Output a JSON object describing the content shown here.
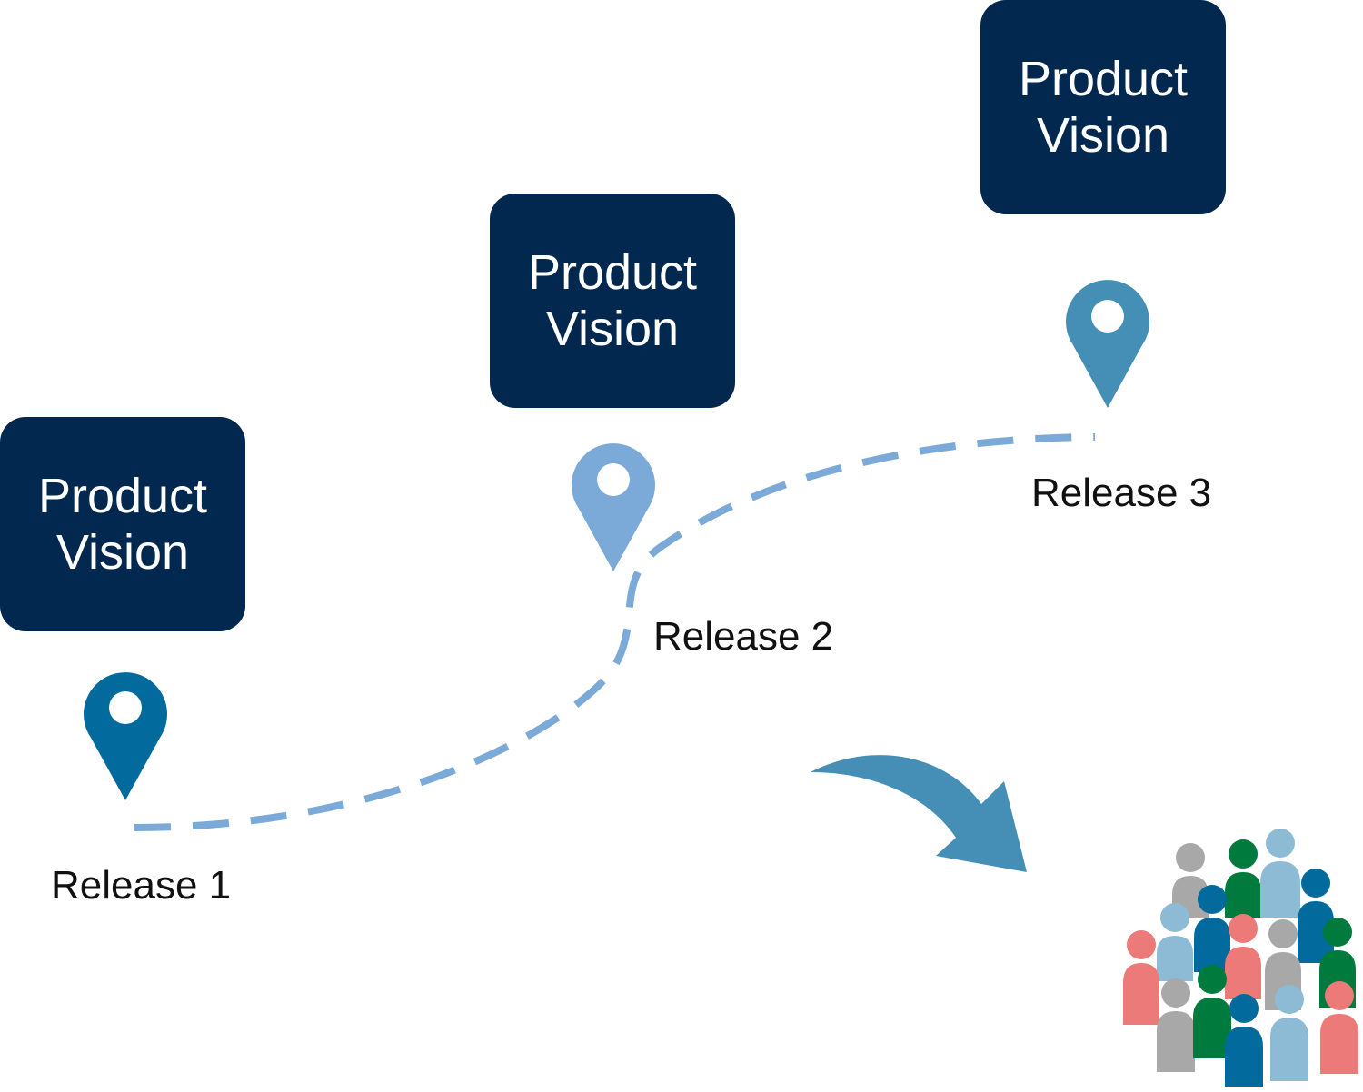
{
  "milestones": [
    {
      "vision": "Product\nVision",
      "release": "Release 1",
      "pin_color": "#036a9e"
    },
    {
      "vision": "Product\nVision",
      "release": "Release 2",
      "pin_color": "#7baad8"
    },
    {
      "vision": "Product\nVision",
      "release": "Release 3",
      "pin_color": "#458fb6"
    }
  ],
  "colors": {
    "vision_box": "#03284f",
    "path_dash": "#7baad8",
    "arrow": "#458fb6",
    "people": [
      "#ec7a78",
      "#a8a8a8",
      "#007a3d",
      "#036a9e",
      "#8dbad4"
    ]
  },
  "icons": {
    "pin": "map-pin-icon",
    "arrow": "curved-arrow-icon",
    "audience": "crowd-of-people-icon"
  }
}
